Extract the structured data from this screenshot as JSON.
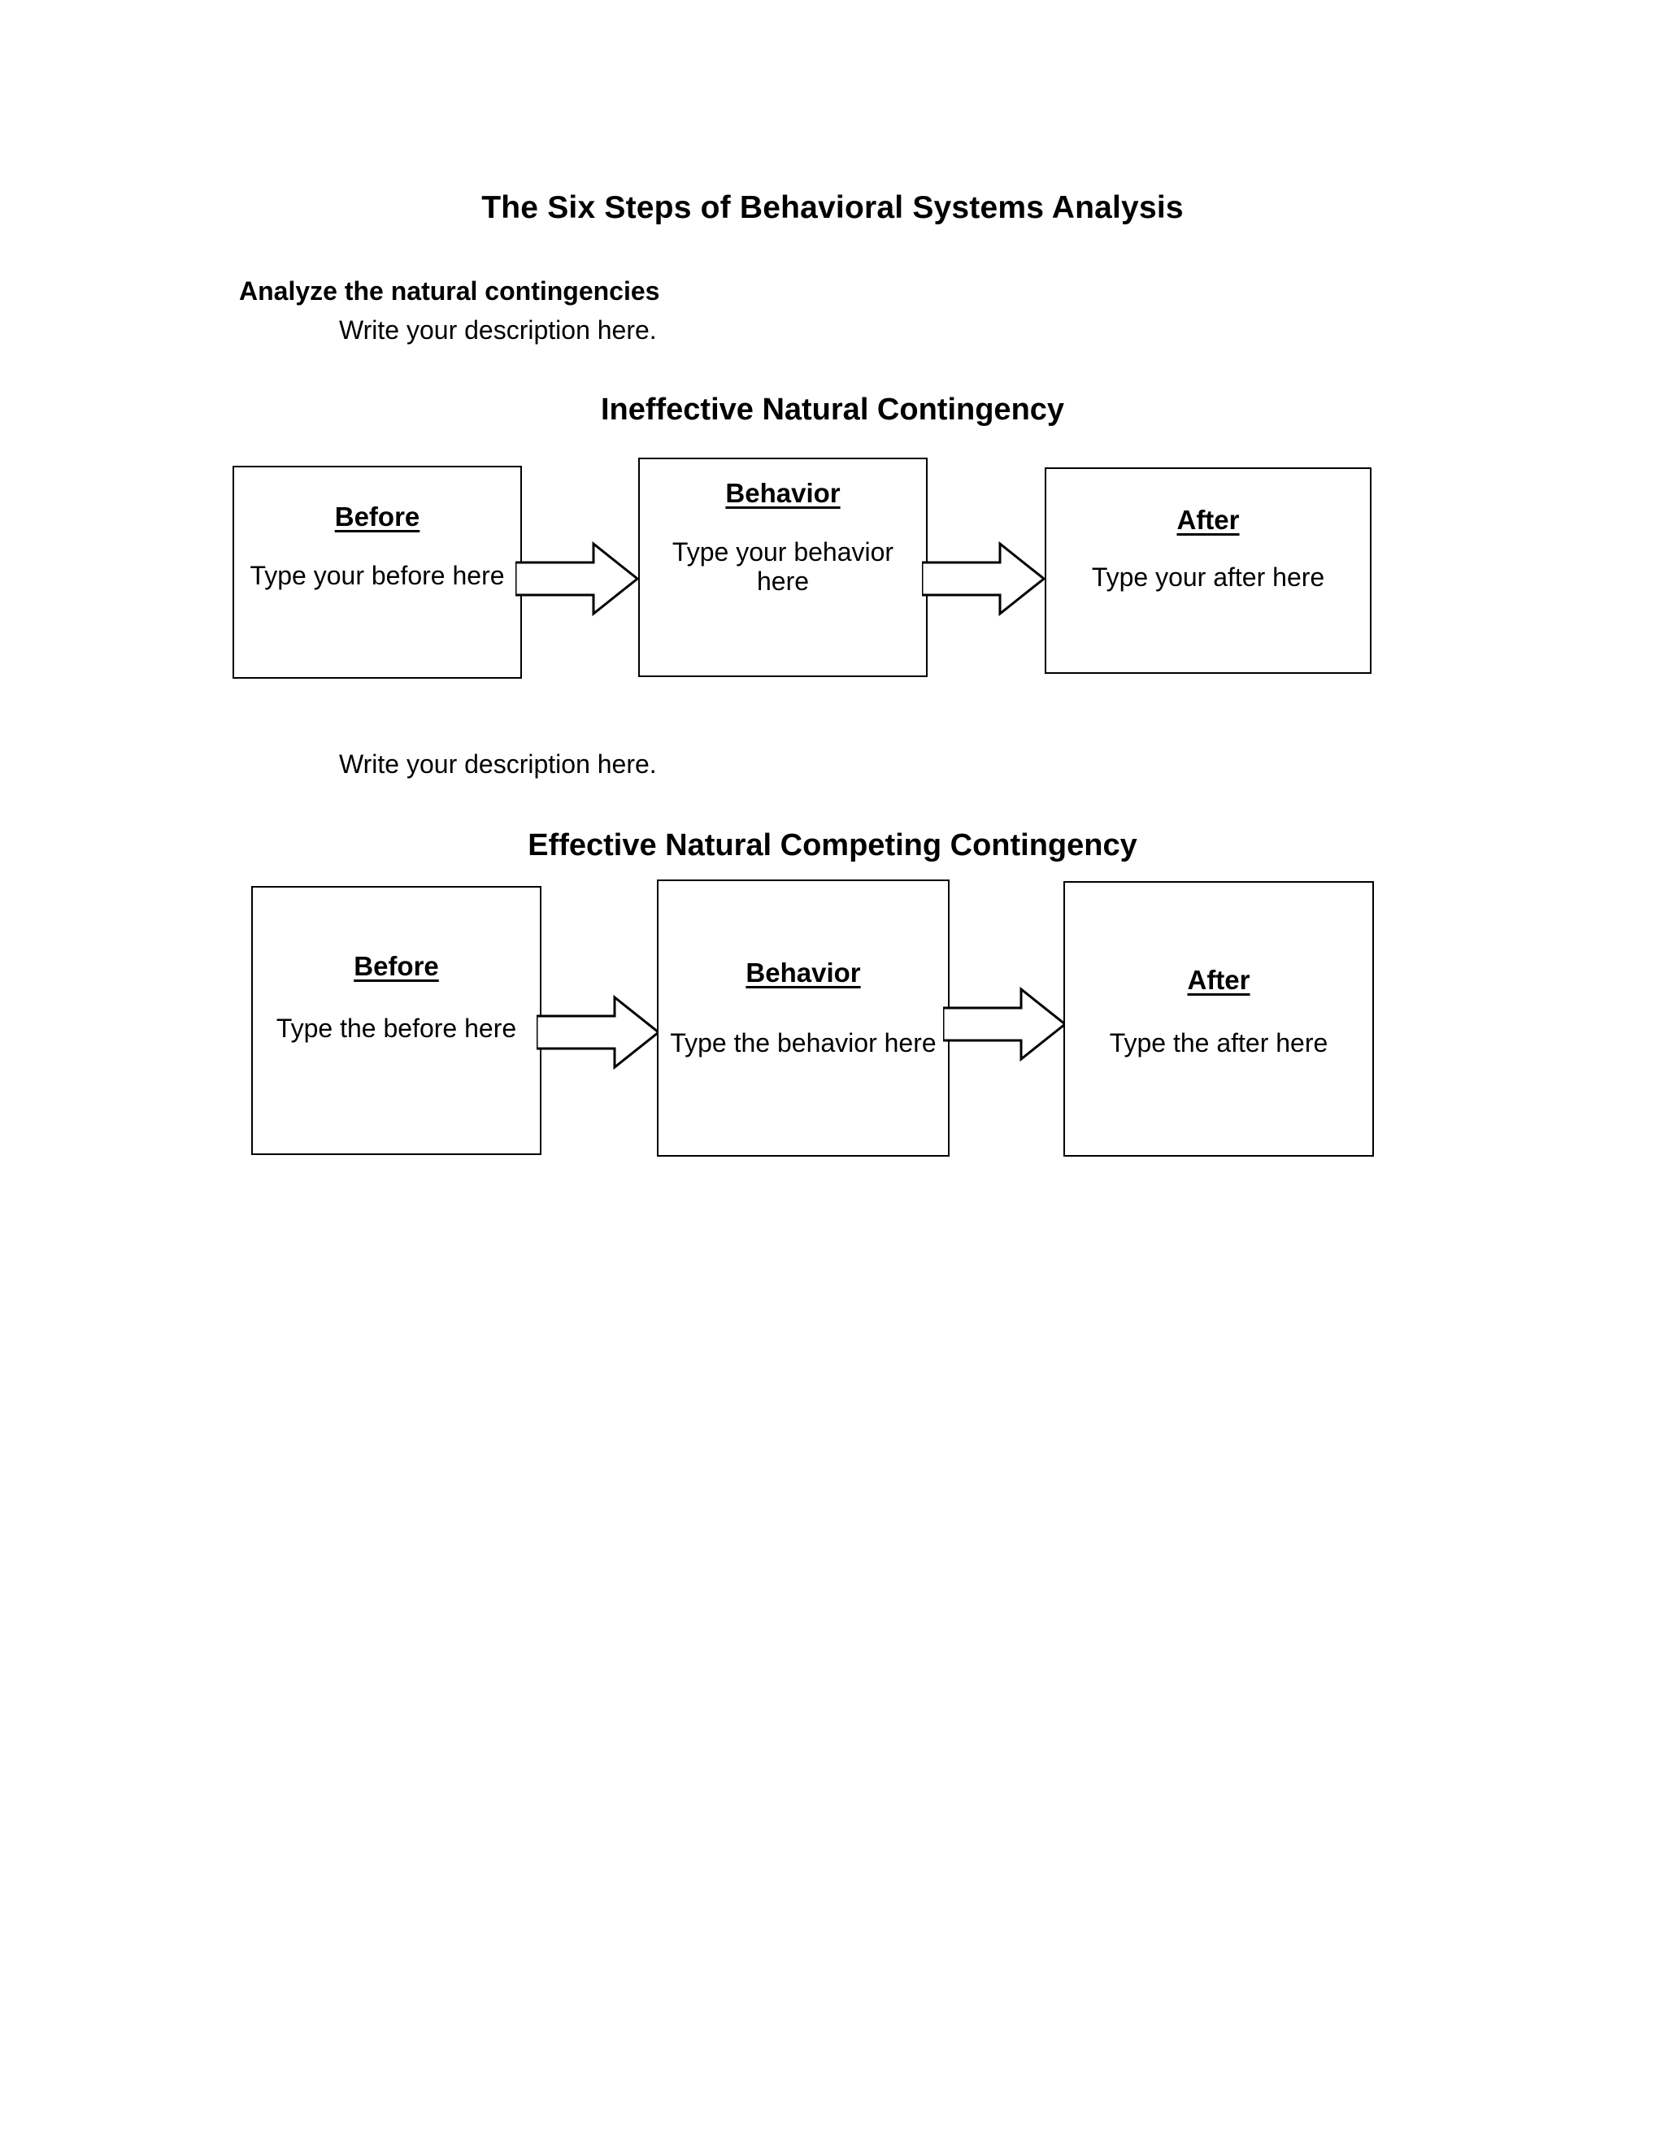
{
  "document": {
    "title": "The Six Steps of Behavioral Systems Analysis",
    "step_heading": "Analyze the natural contingencies",
    "description_1": "Write your description here.",
    "description_2": "Write your description here."
  },
  "sections": [
    {
      "title": "Ineffective Natural Contingency",
      "boxes": [
        {
          "title": "Before",
          "body": "Type your before here"
        },
        {
          "title": "Behavior",
          "body": "Type your behavior here"
        },
        {
          "title": "After",
          "body": "Type your after here"
        }
      ],
      "arrows": [
        {
          "name": "before-to-behavior"
        },
        {
          "name": "behavior-to-after"
        }
      ]
    },
    {
      "title": "Effective Natural Competing Contingency",
      "boxes": [
        {
          "title": "Before",
          "body": "Type the before here"
        },
        {
          "title": "Behavior",
          "body": "Type the behavior here"
        },
        {
          "title": "After",
          "body": "Type the after here"
        }
      ],
      "arrows": [
        {
          "name": "before-to-behavior"
        },
        {
          "name": "behavior-to-after"
        }
      ]
    }
  ],
  "colors": {
    "page_background": "#ffffff",
    "text": "#000000",
    "box_border": "#000000",
    "arrow_stroke": "#000000",
    "arrow_fill": "#ffffff"
  }
}
